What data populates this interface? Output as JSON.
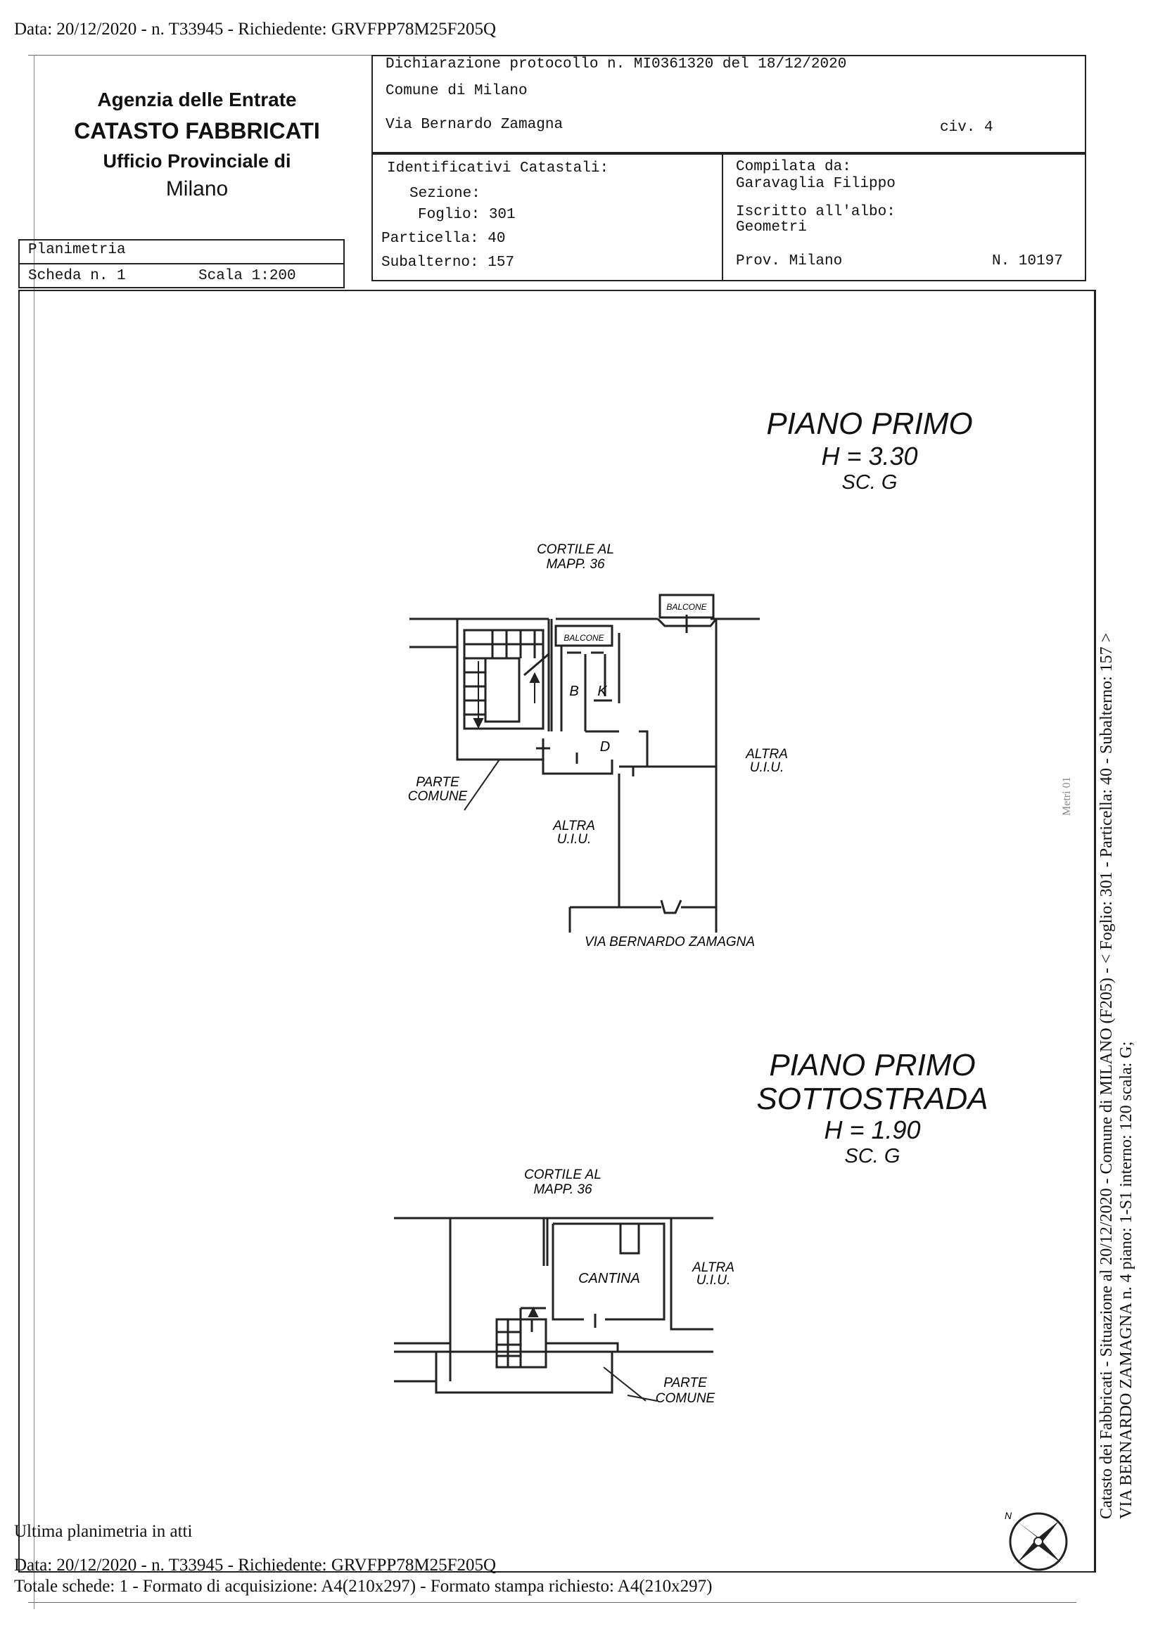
{
  "top_line": "Data: 20/12/2020 - n. T33945 - Richiedente: GRVFPP78M25F205Q",
  "agency": {
    "line1": "Agenzia delle Entrate",
    "line2": "CATASTO FABBRICATI",
    "line3": "Ufficio Provinciale di",
    "line4": "Milano"
  },
  "planimetria": {
    "label": "Planimetria",
    "scheda": "Scheda n. 1",
    "scala": "Scala 1:200"
  },
  "declaration": {
    "protocol": "Dichiarazione protocollo n. MI0361320 del 18/12/2020",
    "comune": "Comune di Milano",
    "via": "Via Bernardo Zamagna",
    "civ": "civ. 4"
  },
  "identifiers": {
    "title": "Identificativi Catastali:",
    "sezione": "Sezione:",
    "foglio": "Foglio: 301",
    "particella": "Particella: 40",
    "subalterno": "Subalterno: 157"
  },
  "compiler": {
    "compilata": "Compilata da:",
    "name": "Garavaglia Filippo",
    "iscritto": "Iscritto all'albo:",
    "albo": "Geometri",
    "prov": "Prov. Milano",
    "numero": "N. 10197"
  },
  "plan1": {
    "title": "PIANO PRIMO",
    "height": "H = 3.30",
    "scala": "SC. G",
    "cortile": [
      "CORTILE AL",
      "MAPP. 36"
    ],
    "balcone_top": "BALCONE",
    "balcone_inner": "BALCONE",
    "room_b": "B",
    "room_k": "K",
    "room_d": "D",
    "altra_right": [
      "ALTRA",
      "U.I.U."
    ],
    "altra_left": [
      "ALTRA",
      "U.I.U."
    ],
    "parte_comune": [
      "PARTE",
      "COMUNE"
    ],
    "street": "VIA BERNARDO ZAMAGNA"
  },
  "plan2": {
    "title_line1": "PIANO PRIMO",
    "title_line2": "SOTTOSTRADA",
    "height": "H = 1.90",
    "scala": "SC. G",
    "cortile": [
      "CORTILE AL",
      "MAPP. 36"
    ],
    "cantina": "CANTINA",
    "altra": [
      "ALTRA",
      "U.I.U."
    ],
    "parte_comune": [
      "PARTE",
      "COMUNE"
    ]
  },
  "compass_label": "N",
  "side_note": "Metri 01",
  "vertical_text": {
    "line1": "Catasto dei Fabbricati - Situazione al 20/12/2020 - Comune di MILANO (F205) - < Foglio: 301 - Particella: 40 - Subalterno: 157 >",
    "line2": "VIA BERNARDO ZAMAGNA n. 4 piano: 1-S1 interno: 120 scala: G;"
  },
  "footer": {
    "ultima": "Ultima planimetria in atti",
    "data_line": "Data: 20/12/2020 - n. T33945 - Richiedente: GRVFPP78M25F205Q",
    "totale_line": "Totale schede: 1 - Formato di acquisizione: A4(210x297)  - Formato stampa richiesto: A4(210x297)"
  }
}
